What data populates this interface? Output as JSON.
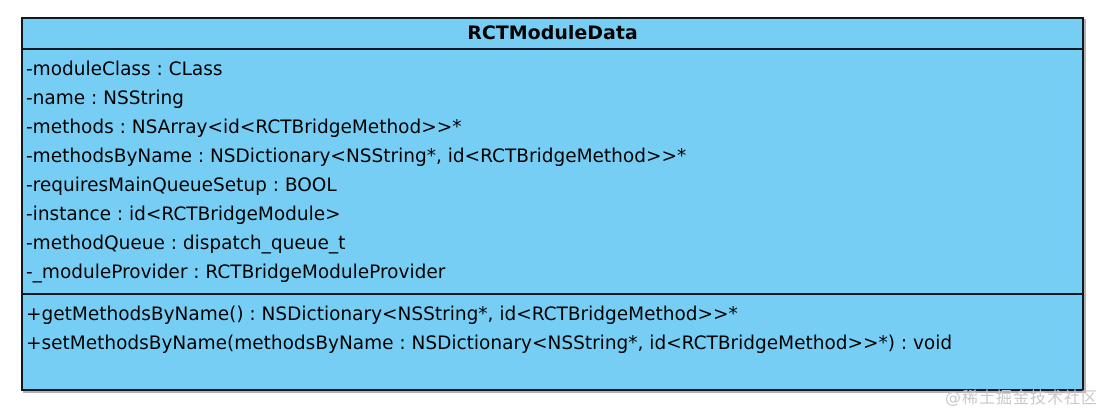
{
  "diagram": {
    "type": "uml-class-diagram",
    "background_color": "#ffffff",
    "class": {
      "name": "RCTModuleData",
      "fill_color": "#76cef4",
      "border_color": "#101820",
      "text_color": "#000000",
      "attributes": [
        {
          "visibility": "-",
          "text": "-moduleClass : CLass"
        },
        {
          "visibility": "-",
          "text": "-name : NSString"
        },
        {
          "visibility": "-",
          "text": "-methods : NSArray<id<RCTBridgeMethod>>*"
        },
        {
          "visibility": "-",
          "text": "-methodsByName : NSDictionary<NSString*, id<RCTBridgeMethod>>*"
        },
        {
          "visibility": "-",
          "text": "-requiresMainQueueSetup : BOOL"
        },
        {
          "visibility": "-",
          "text": "-instance : id<RCTBridgeModule>"
        },
        {
          "visibility": "-",
          "text": "-methodQueue : dispatch_queue_t"
        },
        {
          "visibility": "-",
          "text": "-_moduleProvider : RCTBridgeModuleProvider"
        }
      ],
      "operations": [
        {
          "visibility": "+",
          "text": "+getMethodsByName() : NSDictionary<NSString*, id<RCTBridgeMethod>>*"
        },
        {
          "visibility": "+",
          "text": "+setMethodsByName(methodsByName : NSDictionary<NSString*, id<RCTBridgeMethod>>*) : void"
        }
      ]
    }
  },
  "watermark": {
    "text": "@稀土掘金技术社区",
    "color": "#c9c9c9"
  }
}
